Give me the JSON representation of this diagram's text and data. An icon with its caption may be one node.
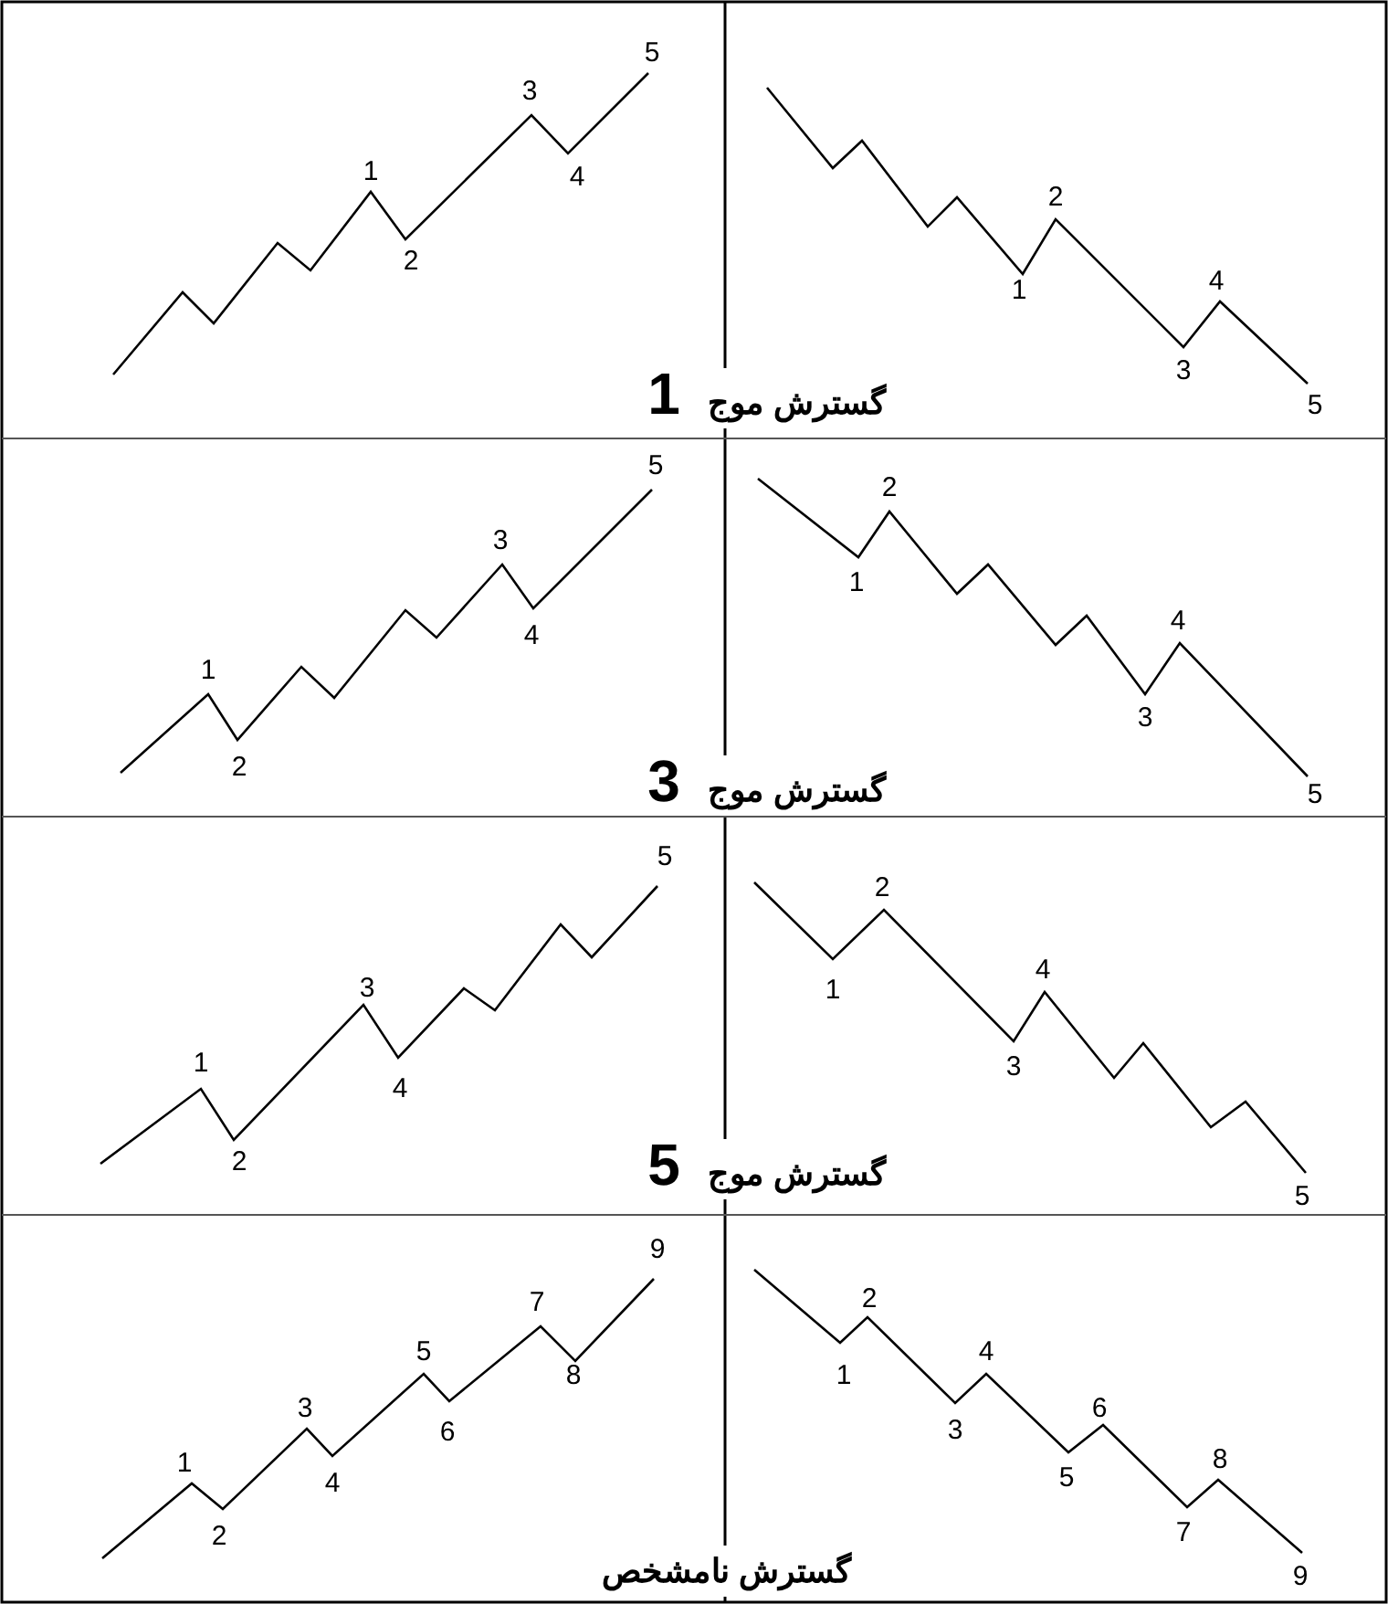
{
  "diagram": {
    "labels": [
      "1",
      "2",
      "3",
      "4",
      "5",
      "1",
      "2",
      "3",
      "4",
      "5",
      "گسترش موج **1**",
      "1",
      "2",
      "3",
      "4",
      "5",
      "1",
      "2",
      "3",
      "4",
      "5",
      "گسترش موج **3**",
      "1",
      "2",
      "3",
      "4",
      "5",
      "1",
      "2",
      "3",
      "4",
      "5",
      "گسترش موج **5**",
      "1",
      "2",
      "3",
      "4",
      "5",
      "6",
      "7",
      "8",
      "9",
      "1",
      "2",
      "3",
      "4",
      "5",
      "6",
      "7",
      "8",
      "9",
      "گسترش نامشخص"
    ]
  }
}
